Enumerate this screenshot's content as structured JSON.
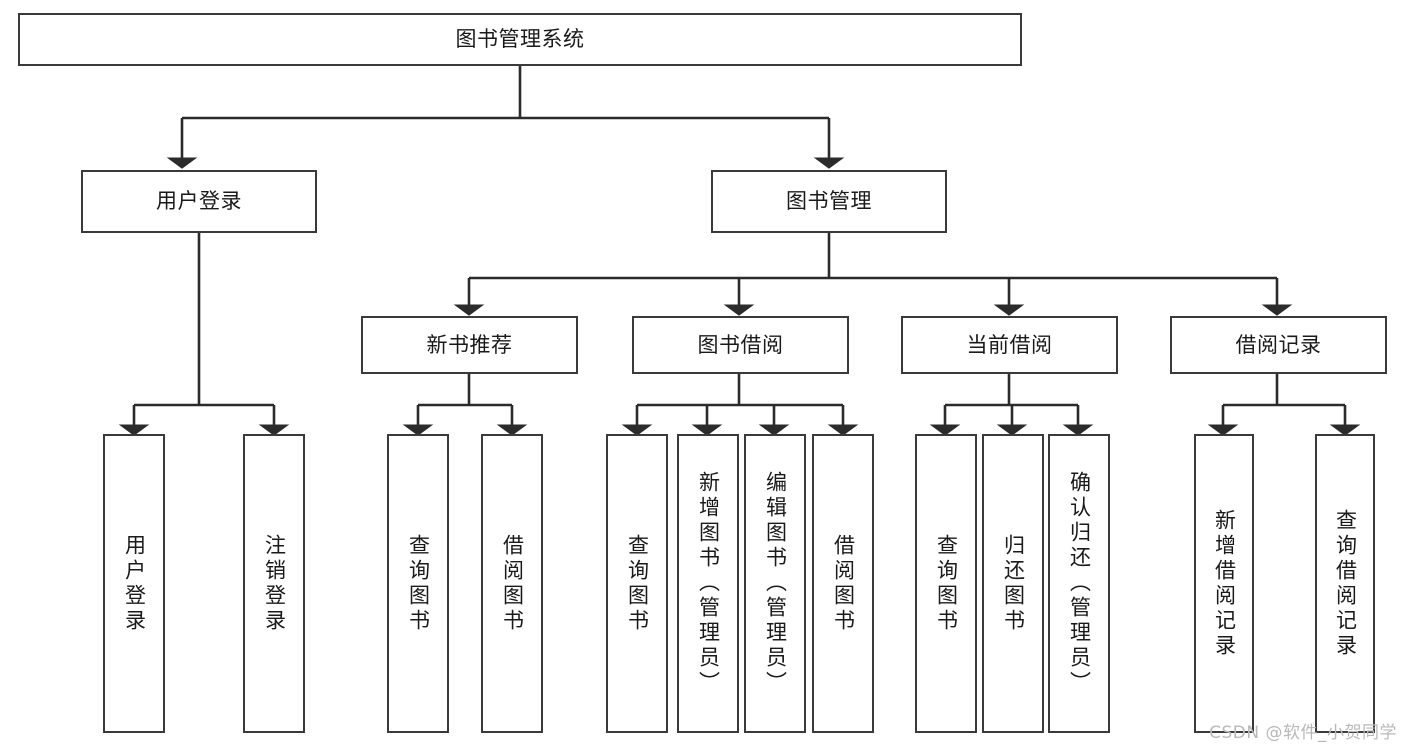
{
  "diagram": {
    "title": "图书管理系统",
    "type": "tree-hierarchy-chart",
    "watermark": "CSDN @软件_小贺同学",
    "colors": {
      "box_border": "#3a3a3a",
      "box_fill": "#ffffff",
      "connector": "#2b2b2b",
      "text": "#1a1a1a",
      "watermark": "#b9b9b9",
      "background": "#ffffff"
    },
    "root": {
      "label": "图书管理系统"
    },
    "level2": [
      {
        "label": "用户登录"
      },
      {
        "label": "图书管理"
      }
    ],
    "level3": [
      {
        "label": "新书推荐"
      },
      {
        "label": "图书借阅"
      },
      {
        "label": "当前借阅"
      },
      {
        "label": "借阅记录"
      }
    ],
    "leaves": {
      "user_login": [
        {
          "label": "用户登录"
        },
        {
          "label": "注销登录"
        }
      ],
      "new_book_recommend": [
        {
          "label": "查询图书"
        },
        {
          "label": "借阅图书"
        }
      ],
      "book_borrow": [
        {
          "label": "查询图书"
        },
        {
          "label": "新增图书（管理员）"
        },
        {
          "label": "编辑图书（管理员）"
        },
        {
          "label": "借阅图书"
        }
      ],
      "current_borrow": [
        {
          "label": "查询图书"
        },
        {
          "label": "归还图书"
        },
        {
          "label": "确认归还（管理员）"
        }
      ],
      "borrow_records": [
        {
          "label": "新增借阅记录"
        },
        {
          "label": "查询借阅记录"
        }
      ]
    }
  }
}
